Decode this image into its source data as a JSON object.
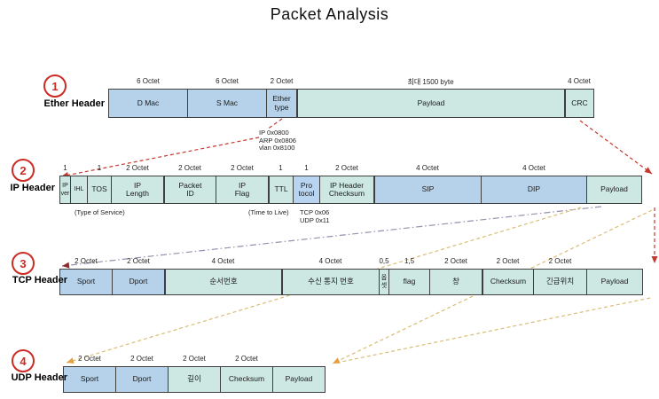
{
  "title": "Packet Analysis",
  "colors": {
    "cell_blue": "#b5d2ea",
    "cell_cyan": "#cde8e2",
    "cell_protocol": "#b9d4f0",
    "border": "#3f3f3f",
    "red": "#c4392f",
    "dark_red": "#8e2a2a",
    "yellow": "#d9bd74",
    "purple": "#9a8fae",
    "orange": "#e2a041",
    "number_red": "#cc2b24"
  },
  "rows": [
    {
      "id": "ether-header",
      "number": "1",
      "label": "Ether Header",
      "cells": [
        {
          "name": "d-mac",
          "label": "D Mac",
          "size": "6 Octet"
        },
        {
          "name": "s-mac",
          "label": "S Mac",
          "size": "6 Octet"
        },
        {
          "name": "ether-type",
          "label": "Ether\ntype",
          "size": "2 Octet"
        },
        {
          "name": "payload",
          "label": "Payload",
          "size": "최대 1500 byte"
        },
        {
          "name": "crc",
          "label": "CRC",
          "size": "4 Octet"
        }
      ]
    },
    {
      "id": "ip-header",
      "number": "2",
      "label": "IP Header",
      "cells": [
        {
          "name": "ip-ver",
          "label": "IP\nver",
          "size": "1"
        },
        {
          "name": "ihl",
          "label": "IHL",
          "size": ""
        },
        {
          "name": "tos",
          "label": "TOS",
          "size": "1"
        },
        {
          "name": "ip-length",
          "label": "IP\nLength",
          "size": "2 Octet"
        },
        {
          "name": "packet-id",
          "label": "Packet\nID",
          "size": "2 Octet"
        },
        {
          "name": "ip-flag",
          "label": "IP\nFlag",
          "size": "2 Octet"
        },
        {
          "name": "ttl",
          "label": "TTL",
          "size": "1"
        },
        {
          "name": "protocol",
          "label": "Pro\ntocol",
          "size": "1"
        },
        {
          "name": "ip-header-checksum",
          "label": "IP Header\nChecksum",
          "size": "2 Octet"
        },
        {
          "name": "sip",
          "label": "SIP",
          "size": "4 Octet"
        },
        {
          "name": "dip",
          "label": "DIP",
          "size": "4 Octet"
        },
        {
          "name": "payload",
          "label": "Payload",
          "size": ""
        }
      ]
    },
    {
      "id": "tcp-header",
      "number": "3",
      "label": "TCP Header",
      "cells": [
        {
          "name": "sport",
          "label": "Sport",
          "size": "2 Octet"
        },
        {
          "name": "dport",
          "label": "Dport",
          "size": "2 Octet"
        },
        {
          "name": "sequence-number",
          "label": "순서번호",
          "size": "4 Octet"
        },
        {
          "name": "ack-number",
          "label": "수신 통지 번호",
          "size": "4 Octet"
        },
        {
          "name": "offset",
          "label": "옵셋",
          "size": "0,5"
        },
        {
          "name": "flag",
          "label": "flag",
          "size": "1,5"
        },
        {
          "name": "window",
          "label": "창",
          "size": "2 Octet"
        },
        {
          "name": "checksum",
          "label": "Checksum",
          "size": "2 Octet"
        },
        {
          "name": "urgent-pointer",
          "label": "긴급위치",
          "size": "2 Octet"
        },
        {
          "name": "payload",
          "label": "Payload",
          "size": ""
        }
      ]
    },
    {
      "id": "udp-header",
      "number": "4",
      "label": "UDP Header",
      "cells": [
        {
          "name": "sport",
          "label": "Sport",
          "size": "2 Octet"
        },
        {
          "name": "dport",
          "label": "Dport",
          "size": "2 Octet"
        },
        {
          "name": "length",
          "label": "길이",
          "size": "2 Octet"
        },
        {
          "name": "checksum",
          "label": "Checksum",
          "size": "2 Octet"
        },
        {
          "name": "payload",
          "label": "Payload",
          "size": ""
        }
      ]
    }
  ],
  "captions": [
    {
      "id": "ether-type-values",
      "text": "IP 0x0800\nARP 0x0806\nvlan 0x8100"
    },
    {
      "id": "tos-caption",
      "text": "(Type of Service)"
    },
    {
      "id": "ttl-caption",
      "text": "(Time to Live)"
    },
    {
      "id": "protocol-values",
      "text": "TCP 0x06\nUDP 0x11"
    }
  ]
}
